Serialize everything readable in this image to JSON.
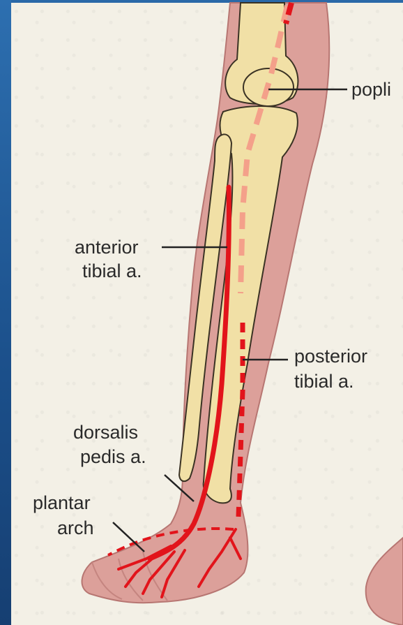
{
  "labels": {
    "popliteal": "popli",
    "anterior_tibial": [
      "anterior",
      "tibial a."
    ],
    "posterior_tibial": [
      "posterior",
      "tibial a."
    ],
    "dorsalis_pedis": [
      "dorsalis",
      "pedis a."
    ],
    "plantar_arch": [
      "plantar",
      "arch"
    ]
  },
  "colors": {
    "artery": "#e2141b",
    "artery_deep": "#f4a08a",
    "bone": "#f1e0a6",
    "skin": "#d99a96",
    "background": "#f3f0e6",
    "frame": "#1d4f86"
  }
}
